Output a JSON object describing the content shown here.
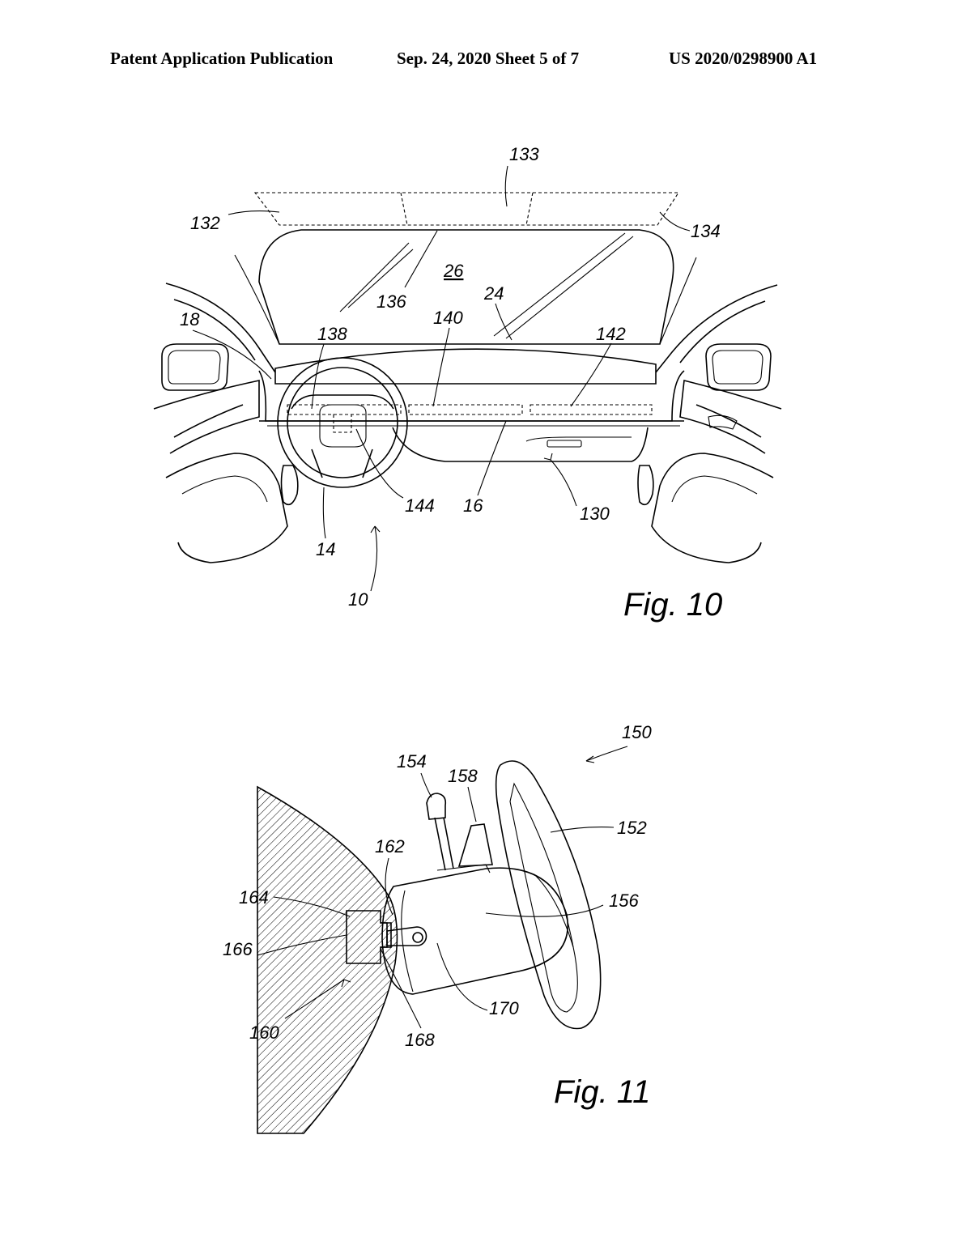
{
  "header": {
    "left": "Patent Application Publication",
    "center": "Sep. 24, 2020   Sheet 5 of 7",
    "right": "US 2020/0298900 A1"
  },
  "fig10": {
    "label": "Fig. 10",
    "refs": {
      "r133": "133",
      "r132": "132",
      "r134": "134",
      "r136": "136",
      "r26": "26",
      "r24": "24",
      "r18": "18",
      "r138": "138",
      "r140": "140",
      "r142": "142",
      "r144": "144",
      "r16": "16",
      "r130": "130",
      "r14": "14",
      "r10": "10"
    }
  },
  "fig11": {
    "label": "Fig. 11",
    "refs": {
      "r150": "150",
      "r154": "154",
      "r158": "158",
      "r152": "152",
      "r162": "162",
      "r164": "164",
      "r156": "156",
      "r166": "166",
      "r170": "170",
      "r160": "160",
      "r168": "168"
    }
  }
}
